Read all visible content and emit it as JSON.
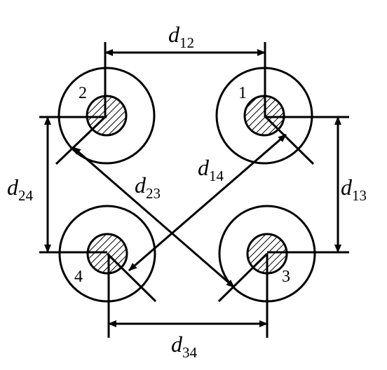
{
  "diagram": {
    "conductors": [
      {
        "id": "1",
        "label": "1"
      },
      {
        "id": "2",
        "label": "2"
      },
      {
        "id": "3",
        "label": "3"
      },
      {
        "id": "4",
        "label": "4"
      }
    ],
    "dimensions": [
      {
        "id": "d12",
        "symbol": "d",
        "subscript": "12"
      },
      {
        "id": "d13",
        "symbol": "d",
        "subscript": "13"
      },
      {
        "id": "d14",
        "symbol": "d",
        "subscript": "14"
      },
      {
        "id": "d23",
        "symbol": "d",
        "subscript": "23"
      },
      {
        "id": "d24",
        "symbol": "d",
        "subscript": "24"
      },
      {
        "id": "d34",
        "symbol": "d",
        "subscript": "34"
      }
    ]
  }
}
